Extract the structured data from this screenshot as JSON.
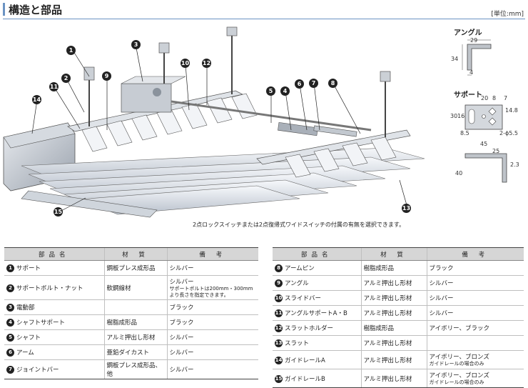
{
  "header": {
    "title": "構造と部品",
    "unit": "[単位:mm]"
  },
  "note": "2点ロックスイッチまたは2点復帰式ワイドスイッチの付属の有無を選択できます。",
  "details": {
    "angle": {
      "title": "アングル",
      "dims": [
        "29",
        "34",
        "4"
      ]
    },
    "support": {
      "title": "サポート",
      "dims": [
        "20",
        "8",
        "7",
        "30",
        "16",
        "14.8",
        "8.5",
        "2-ϕ5.5",
        "45",
        "25",
        "40",
        "2.3"
      ]
    }
  },
  "callouts": [
    "1",
    "2",
    "3",
    "4",
    "5",
    "6",
    "7",
    "8",
    "9",
    "10",
    "11",
    "12",
    "13",
    "14",
    "15"
  ],
  "table_headers": [
    "部品名",
    "材 質",
    "備 考"
  ],
  "left_rows": [
    {
      "num": "1",
      "name": "サポート",
      "material": "鋼板プレス成形品",
      "note": "シルバー",
      "note2": ""
    },
    {
      "num": "2",
      "name": "サポートボルト・ナット",
      "material": "軟鋼線材",
      "note": "シルバー",
      "note2": "サポートボルトは200mm・300mmより長さを指定できます。"
    },
    {
      "num": "3",
      "name": "電動部",
      "material": "",
      "note": "ブラック",
      "note2": ""
    },
    {
      "num": "4",
      "name": "シャフトサポート",
      "material": "樹脂成形品",
      "note": "ブラック",
      "note2": ""
    },
    {
      "num": "5",
      "name": "シャフト",
      "material": "アルミ押出し形材",
      "note": "シルバー",
      "note2": ""
    },
    {
      "num": "6",
      "name": "アーム",
      "material": "亜鉛ダイカスト",
      "note": "シルバー",
      "note2": ""
    },
    {
      "num": "7",
      "name": "ジョイントバー",
      "material": "鋼板プレス成形品、他",
      "note": "シルバー",
      "note2": ""
    }
  ],
  "right_rows": [
    {
      "num": "8",
      "name": "アームピン",
      "material": "樹脂成形品",
      "note": "ブラック",
      "note2": ""
    },
    {
      "num": "9",
      "name": "アングル",
      "material": "アルミ押出し形材",
      "note": "シルバー",
      "note2": ""
    },
    {
      "num": "10",
      "name": "スライドバー",
      "material": "アルミ押出し形材",
      "note": "シルバー",
      "note2": ""
    },
    {
      "num": "11",
      "name": "アングルサポートA・B",
      "material": "アルミ押出し形材",
      "note": "シルバー",
      "note2": ""
    },
    {
      "num": "12",
      "name": "スラットホルダー",
      "material": "樹脂成形品",
      "note": "アイボリー、ブラック",
      "note2": ""
    },
    {
      "num": "13",
      "name": "スラット",
      "material": "アルミ押出し形材",
      "note": "",
      "note2": ""
    },
    {
      "num": "14",
      "name": "ガイドレールA",
      "material": "アルミ押出し形材",
      "note": "アイボリー、ブロンズ",
      "note2": "ガイドレールの場合のみ"
    },
    {
      "num": "15",
      "name": "ガイドレールB",
      "material": "アルミ押出し形材",
      "note": "アイボリー、ブロンズ",
      "note2": "ガイドレールの場合のみ"
    }
  ]
}
